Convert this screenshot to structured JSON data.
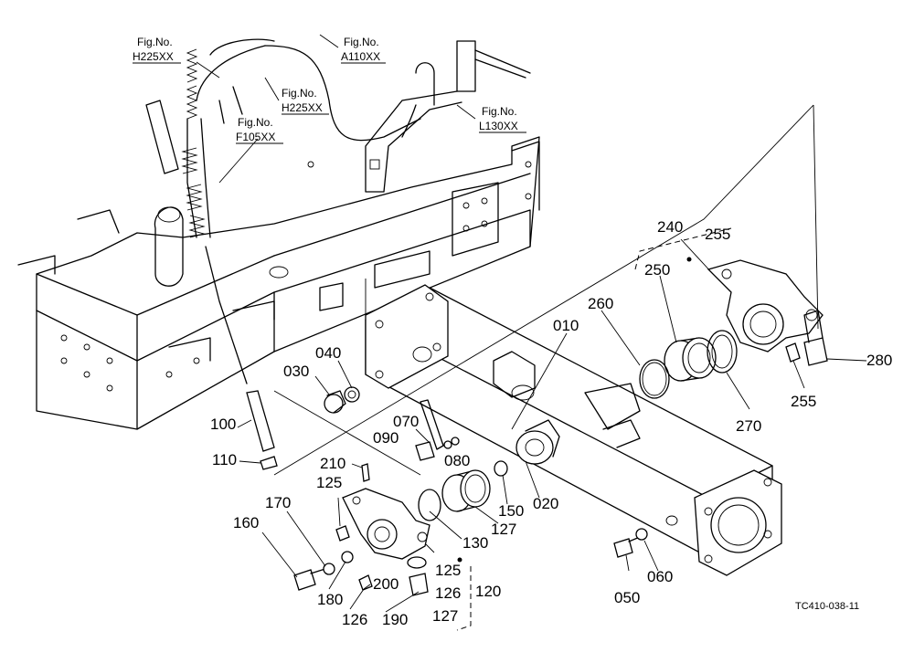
{
  "figure_code": "TC410-038-11",
  "fig_refs": [
    {
      "label": "Fig.No.",
      "code": "H225XX"
    },
    {
      "label": "Fig.No.",
      "code": "A110XX"
    },
    {
      "label": "Fig.No.",
      "code": "H225XX"
    },
    {
      "label": "Fig.No.",
      "code": "F105XX"
    },
    {
      "label": "Fig.No.",
      "code": "L130XX"
    }
  ],
  "callouts": [
    "240",
    "255",
    "250",
    "260",
    "010",
    "280",
    "040",
    "030",
    "255",
    "270",
    "070",
    "090",
    "080",
    "100",
    "110",
    "210",
    "020",
    "150",
    "125",
    "170",
    "127",
    "160",
    "130",
    "125",
    "120",
    "180",
    "200",
    "126",
    "126",
    "190",
    "127",
    "050",
    "060"
  ]
}
